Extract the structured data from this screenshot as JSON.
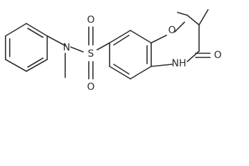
{
  "atoms": {
    "sulfur": "S",
    "sulfonyl_oxygen_top": "O",
    "sulfonyl_oxygen_bottom": "O",
    "amine_nitrogen": "N",
    "ring_oxygen": "O",
    "amide_nitrogen": "NH",
    "carbonyl_oxygen": "O"
  },
  "colors": {
    "bond": "#2b2b2b",
    "label": "#2b2b2b",
    "background": "#ffffff"
  }
}
